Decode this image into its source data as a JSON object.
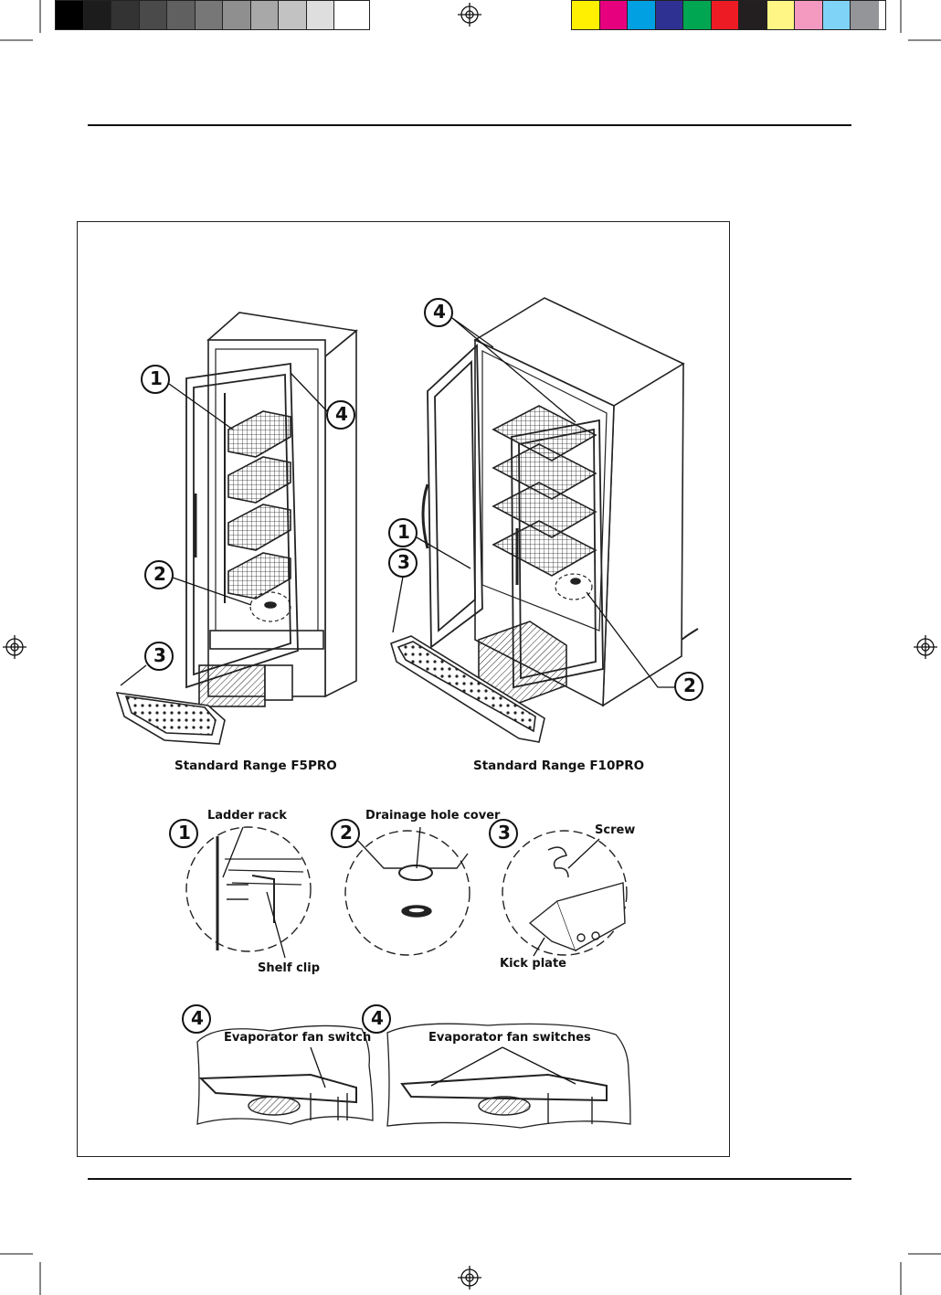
{
  "swatches": {
    "grays": [
      "#000000",
      "#1c1c1c",
      "#333333",
      "#4a4a4a",
      "#606060",
      "#777777",
      "#8f8f8f",
      "#a8a8a8",
      "#c2c2c2",
      "#dedede",
      "#ffffff"
    ],
    "colors": [
      "#ffef00",
      "#e6007e",
      "#00a0e3",
      "#2e3192",
      "#00a651",
      "#ed1c24",
      "#231f20",
      "#fff685",
      "#f49ac1",
      "#7fd3f7",
      "#939598"
    ]
  },
  "captions": {
    "f5": "Standard Range F5PRO",
    "f10": "Standard Range F10PRO"
  },
  "callouts": {
    "n1": "1",
    "n2": "2",
    "n3": "3",
    "n4": "4"
  },
  "details": {
    "ladder_rack": "Ladder rack",
    "shelf_clip": "Shelf clip",
    "drainage": "Drainage hole cover",
    "screw": "Screw",
    "kick_plate": "Kick plate",
    "fan_switch": "Evaporator fan switch",
    "fan_switches": "Evaporator fan switches"
  }
}
